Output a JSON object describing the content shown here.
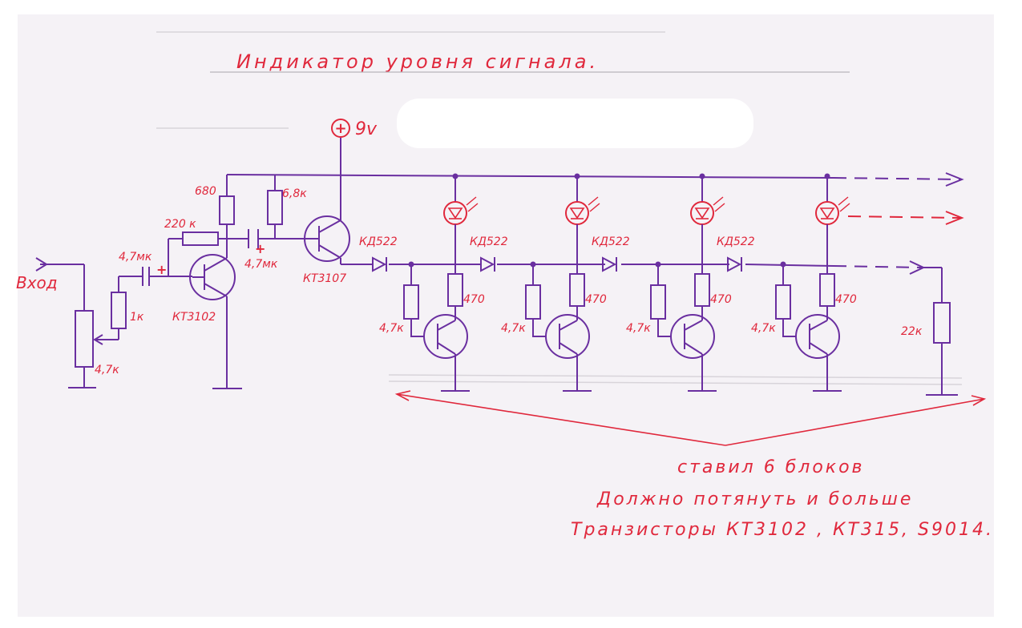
{
  "title": "Индикатор уровня сигнала.",
  "power": {
    "symbol": "+",
    "label": "9v"
  },
  "input": {
    "label": "Вход",
    "pot_value": "4,7к",
    "bias_resistor": "1к",
    "coupling_cap": "4,7мк"
  },
  "stage1": {
    "transistor": "КТ3102",
    "feedback_resistor": "220 к",
    "collector_resistor": "680",
    "output_cap": "4,7мк"
  },
  "stage2": {
    "transistor": "КТ3107",
    "bias_resistor": "6,8к",
    "diode": "КД522"
  },
  "blocks": [
    {
      "diode": "КД522",
      "led_resistor": "470",
      "base_resistor": "4,7к"
    },
    {
      "diode": "КД522",
      "led_resistor": "470",
      "base_resistor": "4,7к"
    },
    {
      "diode": "КД522",
      "led_resistor": "470",
      "base_resistor": "4,7к"
    },
    {
      "diode": "",
      "led_resistor": "470",
      "base_resistor": "4,7к"
    }
  ],
  "load_resistor": "22к",
  "notes": {
    "line1": "ставил 6 блоков",
    "line2": "Должно потянуть и больше",
    "line3": "Транзисторы КТ3102 , КТ315, S9014."
  },
  "colors": {
    "ink_purple": "#6a2fa0",
    "ink_red": "#e0283c",
    "paper": "#f6f3f7",
    "whiteout": "#ffffff"
  }
}
